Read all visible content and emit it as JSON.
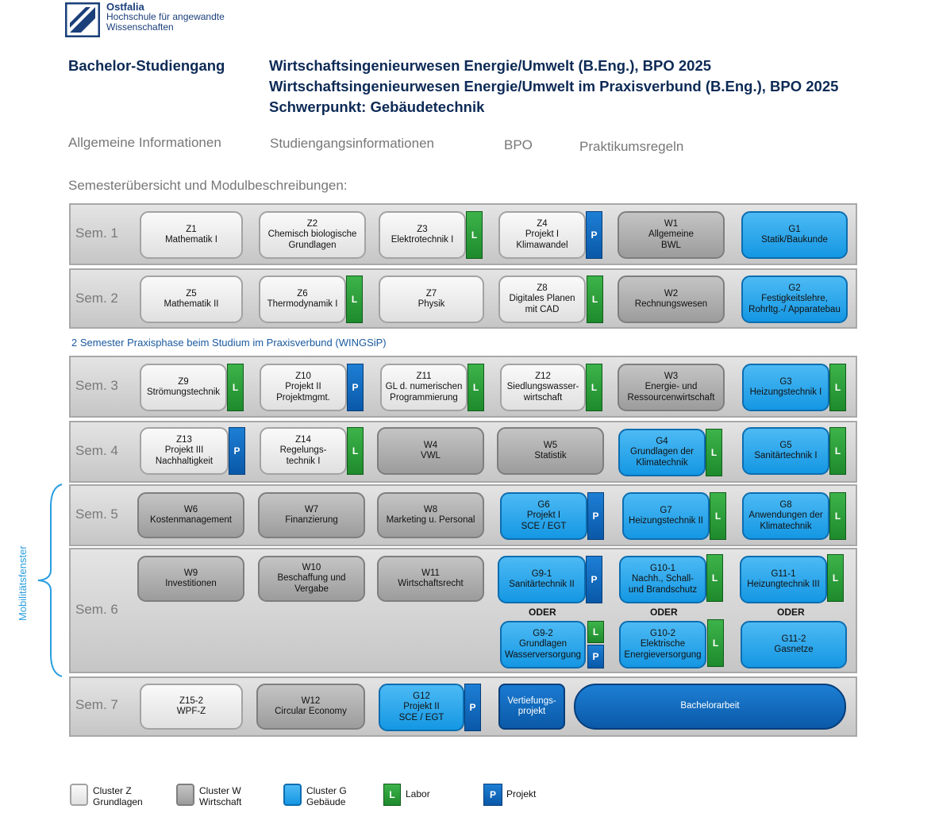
{
  "logo": {
    "brand": "Ostfalia",
    "line1": "Hochschule für angewandte",
    "line2": "Wissenschaften"
  },
  "header": {
    "label": "Bachelor-Studiengang",
    "title1": "Wirtschaftsingenieurwesen Energie/Umwelt (B.Eng.), BPO 2025",
    "title2": "Wirtschaftsingenieurwesen Energie/Umwelt im Praxisverbund (B.Eng.), BPO 2025",
    "title3": "Schwerpunkt: Gebäudetechnik"
  },
  "nav": {
    "allgemein": "Allgemeine Informationen",
    "studiengang": "Studiengangsinformationen",
    "bpo": "BPO",
    "praktikum": "Praktikumsregeln"
  },
  "section_title": "Semesterübersicht und Modulbeschreibungen:",
  "praxis_note": "2 Semester Praxisphase beim Studium im Praxisverbund (WINGSiP)",
  "mobility": "Mobilitätsfenster",
  "semesters": {
    "s1": "Sem. 1",
    "s2": "Sem. 2",
    "s3": "Sem. 3",
    "s4": "Sem. 4",
    "s5": "Sem. 5",
    "s6": "Sem. 6",
    "s7": "Sem. 7"
  },
  "oder": "ODER",
  "badges": {
    "labor": "L",
    "projekt": "P"
  },
  "modules": {
    "z1": "Z1\nMathematik I",
    "z2": "Z2\nChemisch biologische\nGrundlagen",
    "z3": "Z3\nElektrotechnik I",
    "z4": "Z4\nProjekt I\nKlimawandel",
    "w1": "W1\nAllgemeine\nBWL",
    "g1": "G1\nStatik/Baukunde",
    "z5": "Z5\nMathematik II",
    "z6": "Z6\nThermodynamik I",
    "z7": "Z7\nPhysik",
    "z8": "Z8\nDigitales Planen\nmit CAD",
    "w2": "W2\nRechnungswesen",
    "g2": "G2\nFestigkeitslehre,\nRohrltg.-/ Apparatebau",
    "z9": "Z9\nStrömungstechnik",
    "z10": "Z10\nProjekt II\nProjektmgmt.",
    "z11": "Z11\nGL d. numerischen\nProgrammierung",
    "z12": "Z12\nSiedlungswasser-\nwirtschaft",
    "w3": "W3\nEnergie- und\nRessourcenwirtschaft",
    "g3": "G3\nHeizungstechnik I",
    "z13": "Z13\nProjekt III\nNachhaltigkeit",
    "z14": "Z14\nRegelungs-\ntechnik I",
    "w4": "W4\nVWL",
    "w5": "W5\nStatistik",
    "g4": "G4\nGrundlagen der\nKlimatechnik",
    "g5": "G5\nSanitärtechnik I",
    "w6": "W6\nKostenmanagement",
    "w7": "W7\nFinanzierung",
    "w8": "W8\nMarketing u. Personal",
    "g6": "G6\nProjekt I\nSCE / EGT",
    "g7": "G7\nHeizungstechnik II",
    "g8": "G8\nAnwendungen der\nKlimatechnik",
    "w9": "W9\nInvestitionen",
    "w10": "W10\nBeschaffung und\nVergabe",
    "w11": "W11\nWirtschaftsrecht",
    "g9_1": "G9-1\nSanitärtechnik II",
    "g10_1": "G10-1\nNachh., Schall-\nund Brandschutz",
    "g11_1": "G11-1\nHeizungtechnik III",
    "g9_2": "G9-2\nGrundlagen\nWasserversorgung",
    "g10_2": "G10-2\nElektrische\nEnergieversorgung",
    "g11_2": "G11-2\nGasnetze",
    "z15_2": "Z15-2\nWPF-Z",
    "w12": "W12\nCircular Economy",
    "g12": "G12\nProjekt II\nSCE / EGT",
    "vert": "Vertiefungs-\nprojekt",
    "ba": "Bachelorarbeit"
  },
  "legend": {
    "z": "Cluster Z\nGrundlagen",
    "w": "Cluster W\nWirtschaft",
    "g": "Cluster G\nGebäude",
    "l": "Labor",
    "p": "Projekt"
  }
}
